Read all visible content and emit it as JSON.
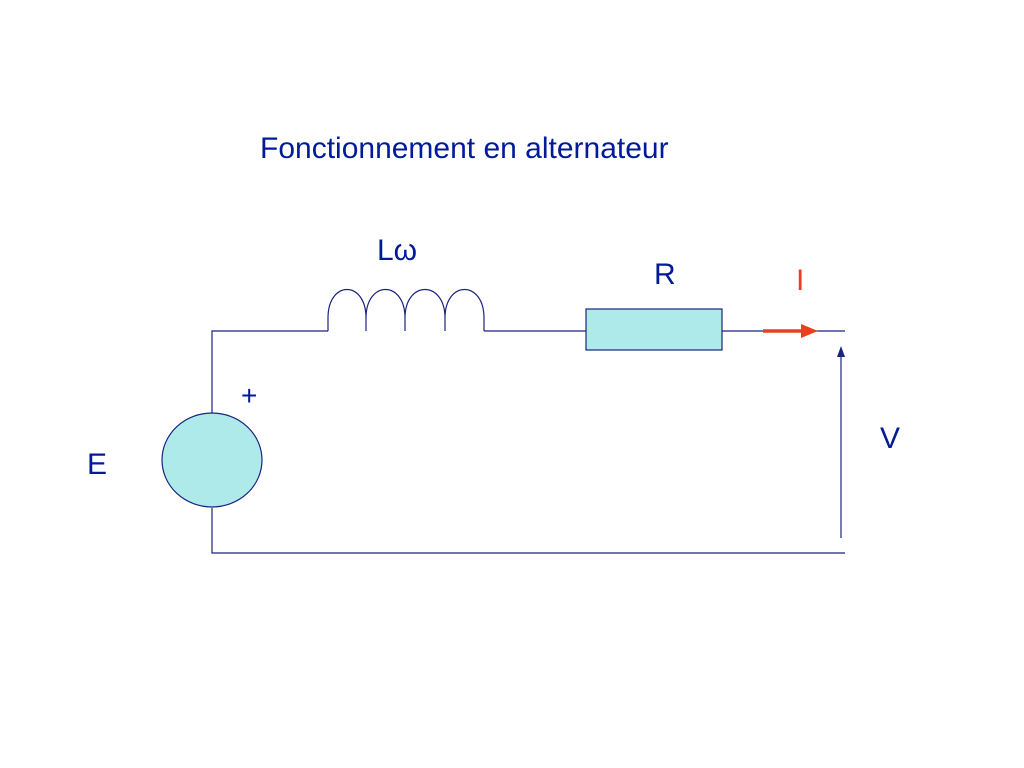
{
  "title": "Fonctionnement en alternateur",
  "labels": {
    "inductance": "Lω",
    "resistance": "R",
    "current": "I",
    "plus": "+",
    "voltage": "V",
    "source": "E"
  },
  "colors": {
    "text": "#001a99",
    "wire": "#1a237e",
    "component_fill": "#aeeaea",
    "current_arrow": "#e8401c"
  }
}
